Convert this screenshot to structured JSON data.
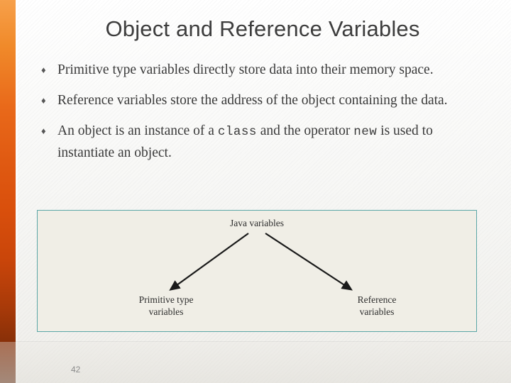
{
  "slide": {
    "title": "Object and Reference Variables",
    "bullet_marker": "♦",
    "bullets": [
      {
        "parts": [
          {
            "text": "Primitive type variables directly store data into their memory space.",
            "mono": false
          }
        ]
      },
      {
        "parts": [
          {
            "text": "Reference variables store the address of the object containing the data.",
            "mono": false
          }
        ]
      },
      {
        "parts": [
          {
            "text": "An object is an instance of a ",
            "mono": false
          },
          {
            "text": "class",
            "mono": true
          },
          {
            "text": " and the operator ",
            "mono": false
          },
          {
            "text": "new",
            "mono": true
          },
          {
            "text": " is used to instantiate an object.",
            "mono": false
          }
        ]
      }
    ],
    "figure": {
      "top_label": "Java variables",
      "left_label_line1": "Primitive type",
      "left_label_line2": "variables",
      "right_label_line1": "Reference",
      "right_label_line2": "variables",
      "border_color": "#5aa6a6",
      "background_color": "#f0eee6",
      "arrow_color": "#1a1a1a"
    },
    "page_number": "42",
    "accent_color": "#e0590f"
  }
}
